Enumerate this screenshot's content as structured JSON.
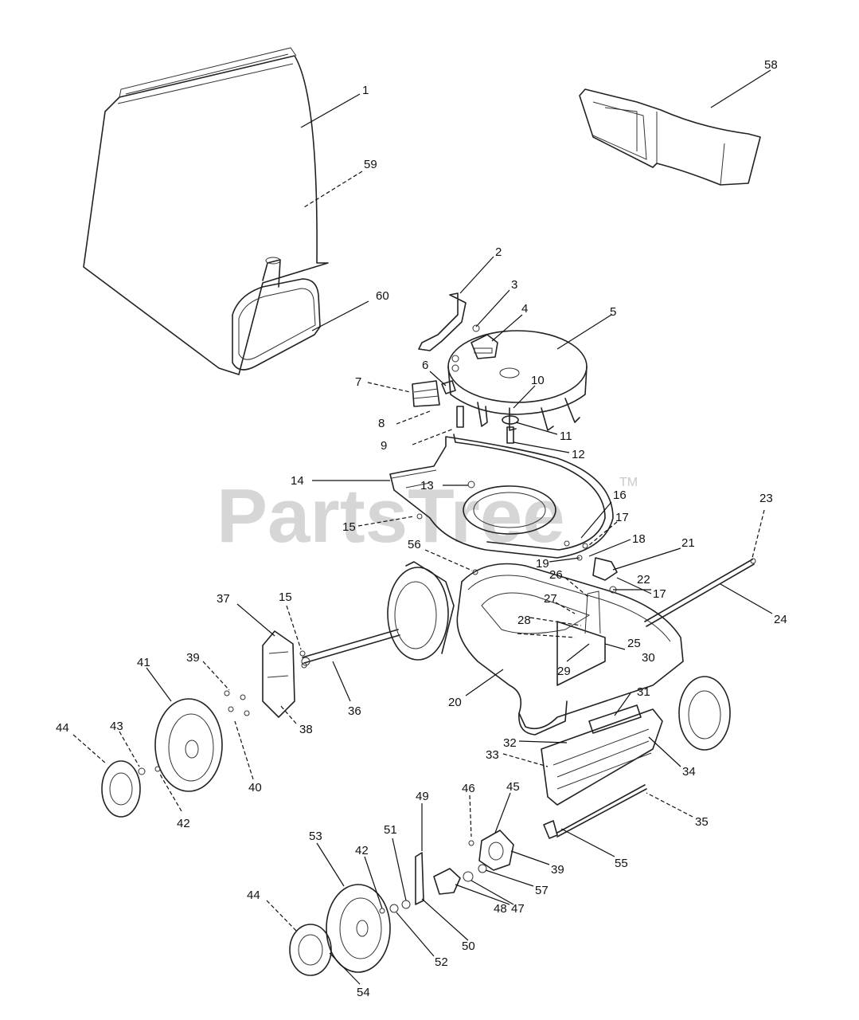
{
  "watermark": {
    "text": "PartsTree",
    "tm": "TM"
  },
  "callouts": [
    {
      "id": "c1",
      "text": "1"
    },
    {
      "id": "c2",
      "text": "2"
    },
    {
      "id": "c3",
      "text": "3"
    },
    {
      "id": "c4",
      "text": "4"
    },
    {
      "id": "c5",
      "text": "5"
    },
    {
      "id": "c6",
      "text": "6"
    },
    {
      "id": "c7",
      "text": "7"
    },
    {
      "id": "c8",
      "text": "8"
    },
    {
      "id": "c9",
      "text": "9"
    },
    {
      "id": "c10",
      "text": "10"
    },
    {
      "id": "c11",
      "text": "11"
    },
    {
      "id": "c12",
      "text": "12"
    },
    {
      "id": "c13",
      "text": "13"
    },
    {
      "id": "c14",
      "text": "14"
    },
    {
      "id": "c15a",
      "text": "15"
    },
    {
      "id": "c15b",
      "text": "15"
    },
    {
      "id": "c16",
      "text": "16"
    },
    {
      "id": "c17a",
      "text": "17"
    },
    {
      "id": "c17b",
      "text": "17"
    },
    {
      "id": "c18",
      "text": "18"
    },
    {
      "id": "c19",
      "text": "19"
    },
    {
      "id": "c20",
      "text": "20"
    },
    {
      "id": "c21",
      "text": "21"
    },
    {
      "id": "c22",
      "text": "22"
    },
    {
      "id": "c23",
      "text": "23"
    },
    {
      "id": "c24",
      "text": "24"
    },
    {
      "id": "c25",
      "text": "25"
    },
    {
      "id": "c26",
      "text": "26"
    },
    {
      "id": "c27",
      "text": "27"
    },
    {
      "id": "c28",
      "text": "28"
    },
    {
      "id": "c29",
      "text": "29"
    },
    {
      "id": "c30",
      "text": "30"
    },
    {
      "id": "c31",
      "text": "31"
    },
    {
      "id": "c32",
      "text": "32"
    },
    {
      "id": "c33",
      "text": "33"
    },
    {
      "id": "c34",
      "text": "34"
    },
    {
      "id": "c35",
      "text": "35"
    },
    {
      "id": "c36",
      "text": "36"
    },
    {
      "id": "c37",
      "text": "37"
    },
    {
      "id": "c38",
      "text": "38"
    },
    {
      "id": "c39a",
      "text": "39"
    },
    {
      "id": "c39b",
      "text": "39"
    },
    {
      "id": "c40",
      "text": "40"
    },
    {
      "id": "c41",
      "text": "41"
    },
    {
      "id": "c42a",
      "text": "42"
    },
    {
      "id": "c42b",
      "text": "42"
    },
    {
      "id": "c43",
      "text": "43"
    },
    {
      "id": "c44a",
      "text": "44"
    },
    {
      "id": "c44b",
      "text": "44"
    },
    {
      "id": "c45",
      "text": "45"
    },
    {
      "id": "c46",
      "text": "46"
    },
    {
      "id": "c47",
      "text": "47"
    },
    {
      "id": "c48",
      "text": "48"
    },
    {
      "id": "c49",
      "text": "49"
    },
    {
      "id": "c50",
      "text": "50"
    },
    {
      "id": "c51",
      "text": "51"
    },
    {
      "id": "c52",
      "text": "52"
    },
    {
      "id": "c53",
      "text": "53"
    },
    {
      "id": "c54",
      "text": "54"
    },
    {
      "id": "c55",
      "text": "55"
    },
    {
      "id": "c56",
      "text": "56"
    },
    {
      "id": "c57",
      "text": "57"
    },
    {
      "id": "c58",
      "text": "58"
    },
    {
      "id": "c59",
      "text": "59"
    },
    {
      "id": "c60",
      "text": "60"
    }
  ]
}
